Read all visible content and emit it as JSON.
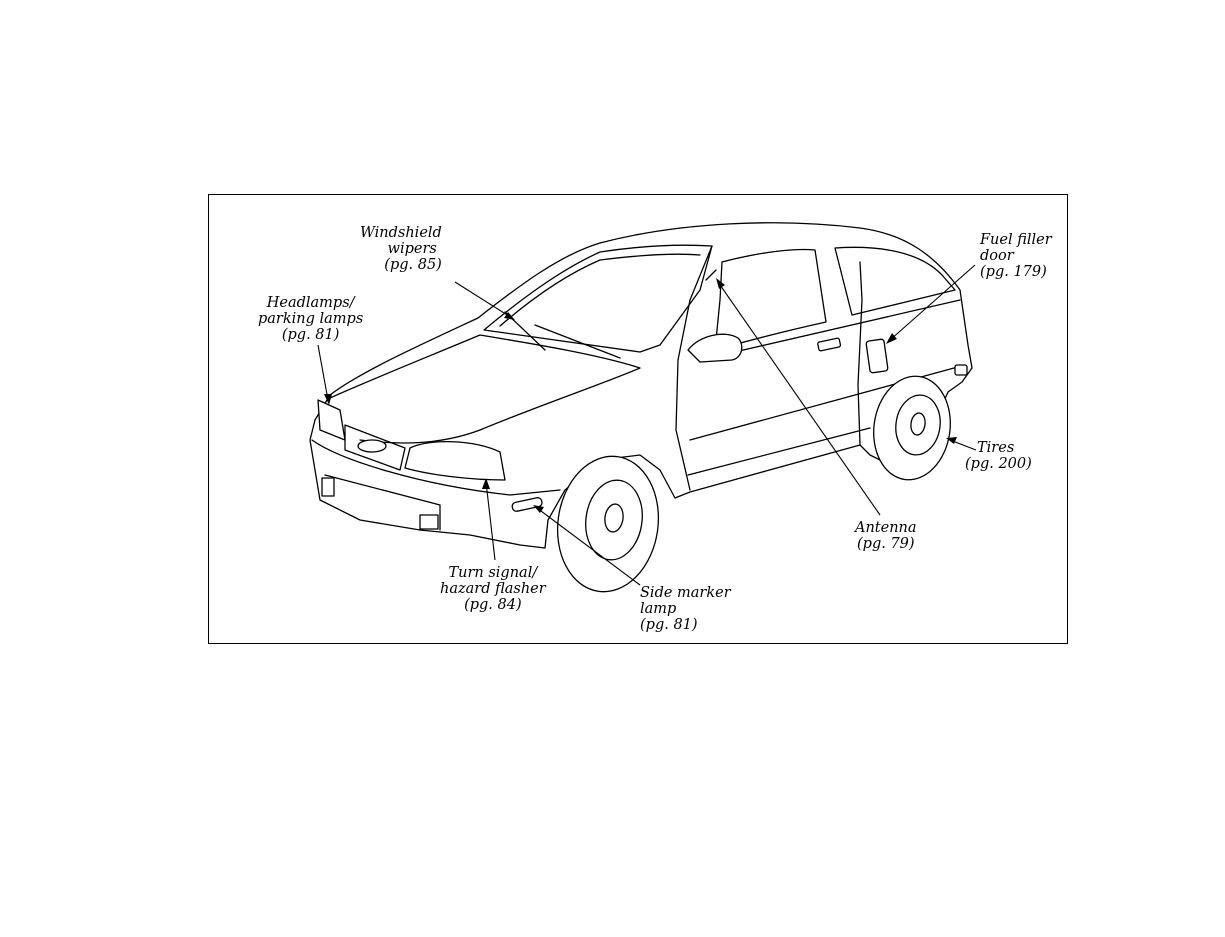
{
  "callouts": {
    "windshield_wipers": {
      "line1": "Windshield",
      "line2": "wipers",
      "line3": "(pg. 85)"
    },
    "headlamps": {
      "line1": "Headlamps/",
      "line2": "parking lamps",
      "line3": "(pg. 81)"
    },
    "fuel_filler": {
      "line1": "Fuel filler",
      "line2": "door",
      "line3": "(pg. 179)"
    },
    "tires": {
      "line1": "Tires",
      "line2": "(pg. 200)"
    },
    "antenna": {
      "line1": "Antenna",
      "line2": "(pg. 79)"
    },
    "turn_signal": {
      "line1": "Turn signal/",
      "line2": "hazard flasher",
      "line3": "(pg. 84)"
    },
    "side_marker": {
      "line1": "Side marker",
      "line2": "lamp",
      "line3": "(pg. 81)"
    }
  }
}
